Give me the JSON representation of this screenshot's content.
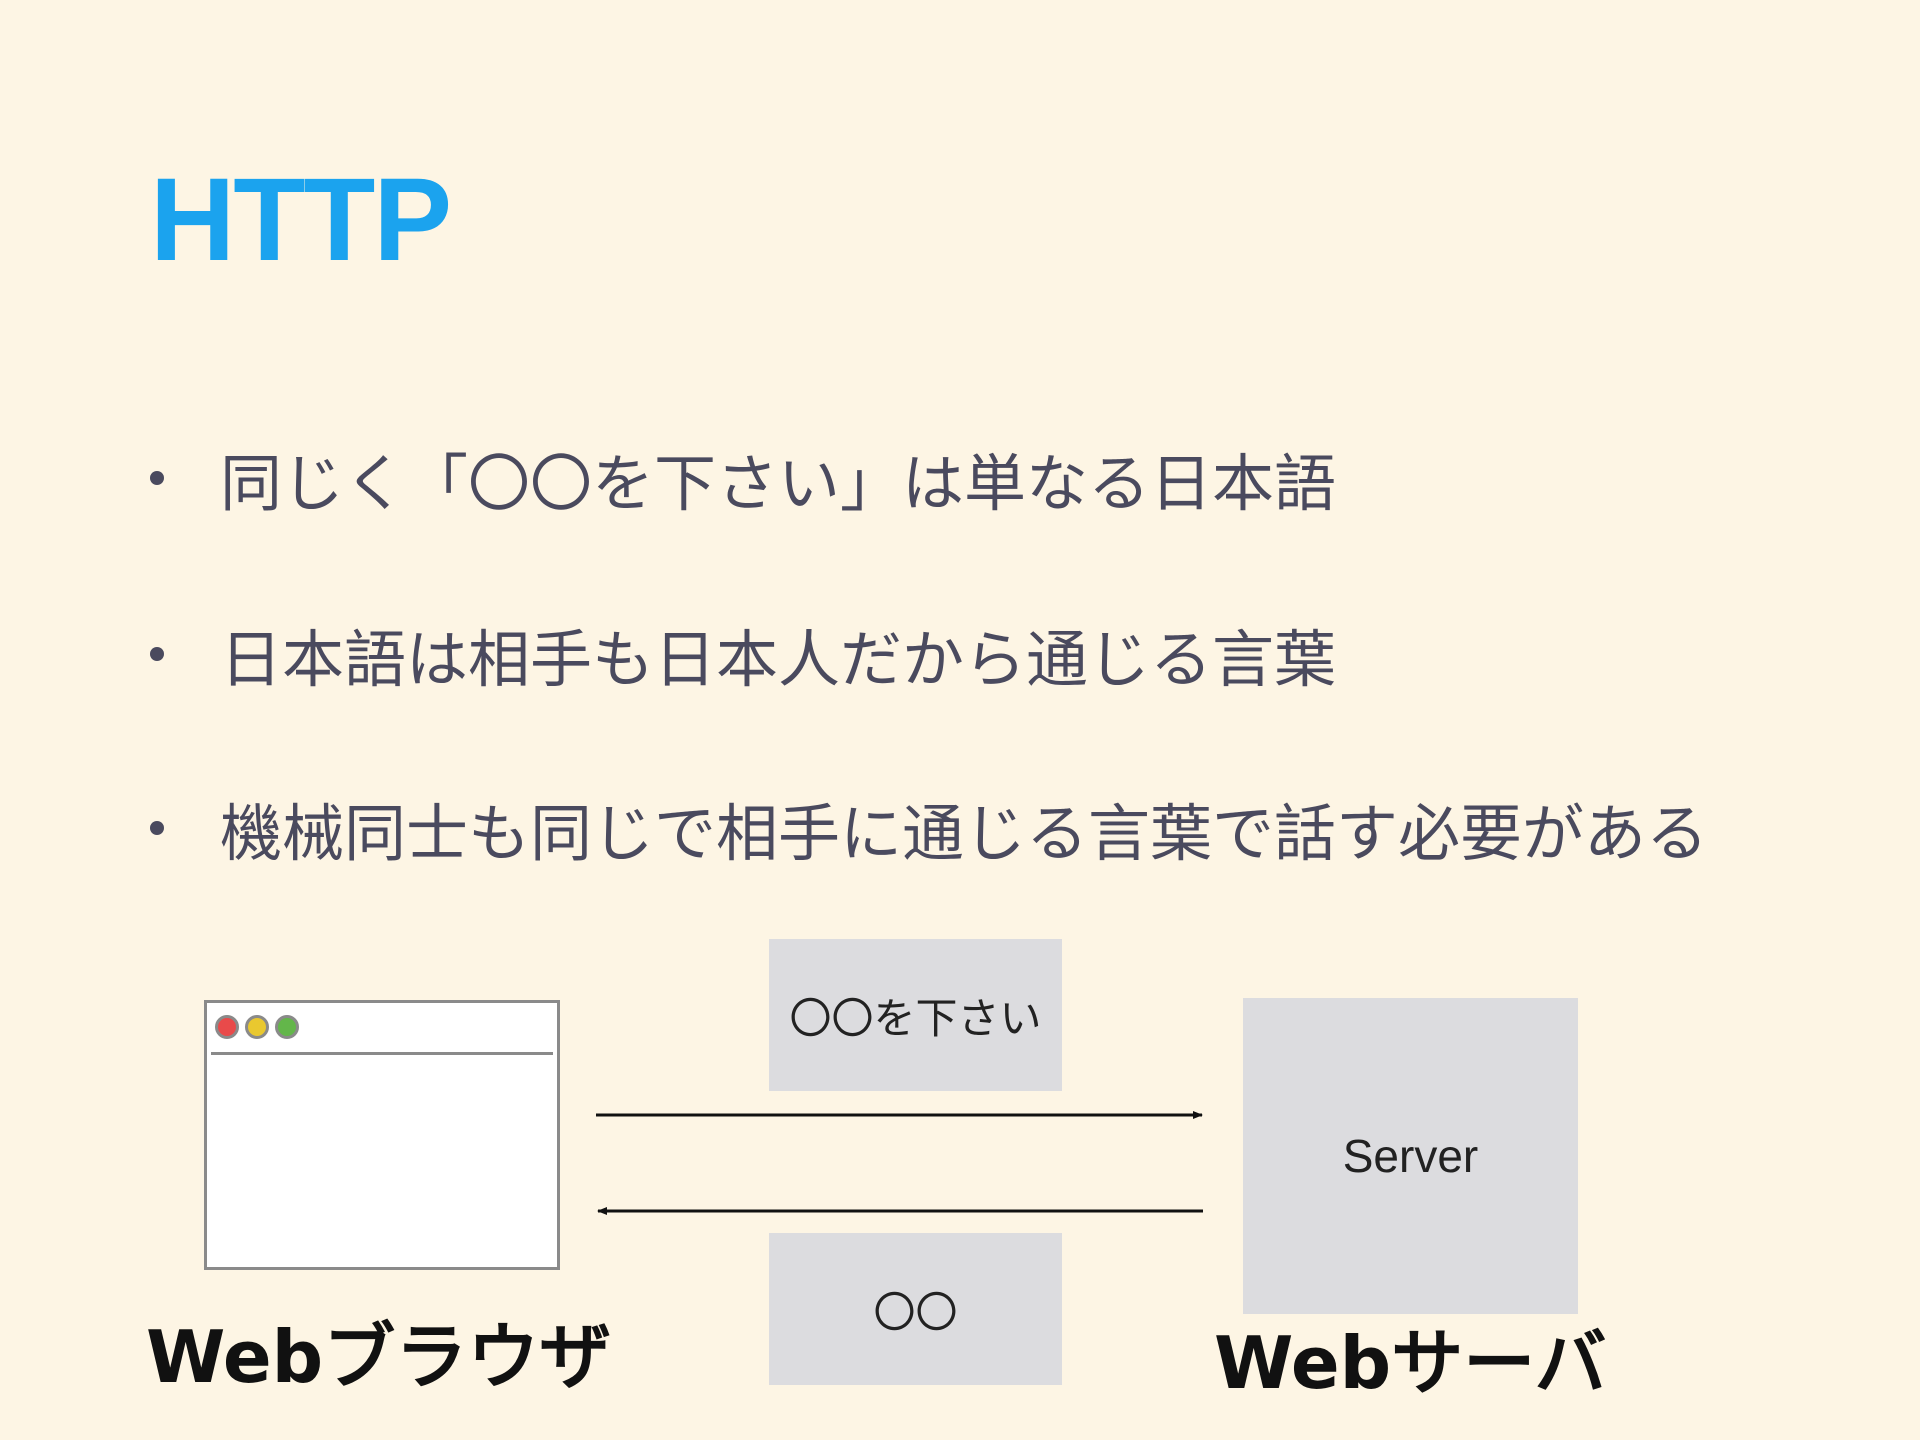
{
  "title": "HTTP",
  "bullets": [
    "同じく「〇〇を下さい」は単なる日本語",
    "日本語は相手も日本人だから通じる言葉",
    "機械同士も同じで相手に通じる言葉で話す必要がある"
  ],
  "diagram": {
    "request_label": "〇〇を下さい",
    "response_label": "〇〇",
    "server_label": "Server",
    "browser_caption": "Webブラウザ",
    "server_caption": "Webサーバ"
  },
  "colors": {
    "background": "#fdf5e4",
    "title": "#1ba3ee",
    "bullet_text": "#4a4a5e",
    "box_fill": "#dcdcdf"
  }
}
